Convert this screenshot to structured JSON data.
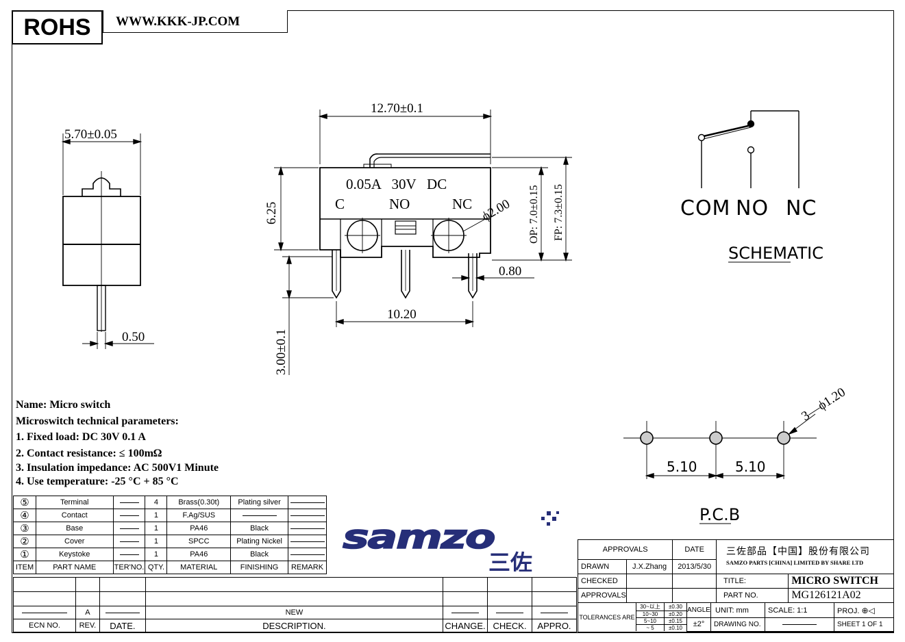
{
  "header": {
    "rohs": "ROHS",
    "website": "WWW.KKK-JP.COM"
  },
  "side_view": {
    "width_dim": "5.70±0.05",
    "pin_dim": "0.50"
  },
  "front_view": {
    "length_dim": "12.70±0.1",
    "height_dim": "6.25",
    "rating": "0.05A   30V   DC",
    "terminal_labels": [
      "C",
      "NO",
      "NC"
    ],
    "hole_dim": "ϕ2.00",
    "op_dim": "OP: 7.0±0.15",
    "fp_dim": "FP: 7.3±0.15",
    "pin_thick_dim": "0.80",
    "pin_pitch_dim": "10.20",
    "pin_len_dim": "3.00±0.1"
  },
  "schematic": {
    "labels": [
      "COM",
      "NO",
      "NC"
    ],
    "caption": "SCHEMATIC"
  },
  "pcb": {
    "hole_dim": "3—ϕ1.20",
    "pitch": [
      "5.10",
      "5.10"
    ],
    "caption": "P.C.B"
  },
  "params": {
    "name": "Name: Micro switch",
    "heading": "Microswitch technical parameters:",
    "items": [
      "1. Fixed load: DC 30V 0.1 A",
      "2. Contact resistance:  ≤  100mΩ",
      "3. Insulation impedance: AC 500V1 Minute",
      "4. Use temperature: -25 °C + 85 °C"
    ]
  },
  "bom": {
    "rows": [
      {
        "item": "⑤",
        "part": "Terminal",
        "qty": "4",
        "material": "Brass(0.30t)",
        "finishing": "Plating silver"
      },
      {
        "item": "④",
        "part": "Contact",
        "qty": "1",
        "material": "F.Ag/SUS",
        "finishing": ""
      },
      {
        "item": "③",
        "part": "Base",
        "qty": "1",
        "material": "PA46",
        "finishing": "Black"
      },
      {
        "item": "②",
        "part": "Cover",
        "qty": "1",
        "material": "SPCC",
        "finishing": "Plating Nickel"
      },
      {
        "item": "①",
        "part": "Keystoke",
        "qty": "1",
        "material": "PA46",
        "finishing": "Black"
      }
    ],
    "headers": {
      "item": "ITEM",
      "part": "PART NAME",
      "ter": "TER'NO.",
      "qty": "QTY.",
      "material": "MATERIAL",
      "finishing": "FINISHING",
      "remark": "REMARK"
    }
  },
  "revision": {
    "rev": "A",
    "desc": "NEW",
    "headers": {
      "ecn": "ECN  NO.",
      "rev": "REV.",
      "date": "DATE.",
      "desc": "DESCRIPTION.",
      "change": "CHANGE.",
      "check": "CHECK.",
      "appro": "APPRO."
    }
  },
  "logo": {
    "text": "samzo",
    "chinese": "三佐"
  },
  "title_block": {
    "approvals": "APPROVALS",
    "date": "DATE",
    "company_cn": "三佐部品【中国】股份有限公司",
    "company_en": "SAMZO PARTS [CHINA] LIMITED BY SHARE LTD",
    "drawn": "DRAWN",
    "drawn_by": "J.X.Zhang",
    "drawn_date": "2013/5/30",
    "checked": "CHECKED",
    "approvals2": "APPROVALS",
    "title_label": "TITLE:",
    "title_value": "MICRO SWITCH",
    "part_label": "PART  NO.",
    "part_value": "MG126121A02",
    "tolerances": "TOLERANCES  ARE",
    "tol_rows": [
      [
        "30~以上",
        "±0.30"
      ],
      [
        "10~30",
        "±0.20"
      ],
      [
        "5~10",
        "±0.15"
      ],
      [
        "~ 5",
        "±0.10"
      ]
    ],
    "angle": "ANGLE",
    "angle_value": "±2°",
    "unit": "UNIT:  mm",
    "scale": "SCALE:    1:1",
    "proj": "PROJ.",
    "drawing_no": "DRAWING  NO.",
    "sheet": "SHEET    1  OF  1"
  }
}
